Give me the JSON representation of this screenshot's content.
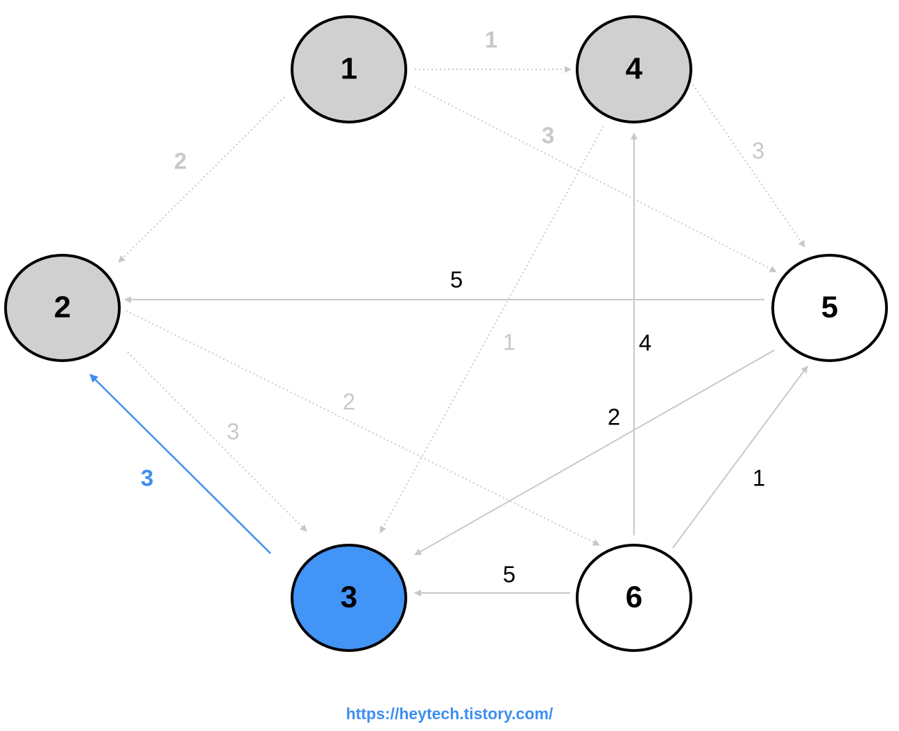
{
  "nodes": [
    {
      "id": "1",
      "label": "1",
      "fill": "#d0d0d0"
    },
    {
      "id": "2",
      "label": "2",
      "fill": "#d0d0d0"
    },
    {
      "id": "3",
      "label": "3",
      "fill": "#4294f7"
    },
    {
      "id": "4",
      "label": "4",
      "fill": "#d0d0d0"
    },
    {
      "id": "5",
      "label": "5",
      "fill": "#ffffff"
    },
    {
      "id": "6",
      "label": "6",
      "fill": "#ffffff"
    }
  ],
  "edges": [
    {
      "from": "1",
      "to": "4",
      "weight": "1",
      "style": "dotted"
    },
    {
      "from": "1",
      "to": "2",
      "weight": "2",
      "style": "dotted"
    },
    {
      "from": "1",
      "to": "5",
      "weight": "3",
      "style": "dotted"
    },
    {
      "from": "4",
      "to": "5",
      "weight": "3",
      "style": "dotted"
    },
    {
      "from": "4",
      "to": "3",
      "weight": "1",
      "style": "dotted"
    },
    {
      "from": "2",
      "to": "3",
      "weight": "3",
      "style": "dotted"
    },
    {
      "from": "2",
      "to": "6",
      "weight": "2",
      "style": "dotted"
    },
    {
      "from": "5",
      "to": "2",
      "weight": "5",
      "style": "solid"
    },
    {
      "from": "6",
      "to": "4",
      "weight": "4",
      "style": "solid"
    },
    {
      "from": "5",
      "to": "3",
      "weight": "2",
      "style": "solid"
    },
    {
      "from": "6",
      "to": "5",
      "weight": "1",
      "style": "solid"
    },
    {
      "from": "6",
      "to": "3",
      "weight": "5",
      "style": "solid"
    },
    {
      "from": "3",
      "to": "2",
      "weight": "3",
      "style": "highlight"
    }
  ],
  "colors": {
    "visited": "#d0d0d0",
    "current": "#4294f7",
    "unvisited": "#ffffff",
    "edge": "#c8c8c8",
    "highlight": "#3f8ef0",
    "active_text": "#000000",
    "inactive_text": "#c8c8c8"
  },
  "footer": {
    "text": "https://heytech.tistory.com/"
  }
}
